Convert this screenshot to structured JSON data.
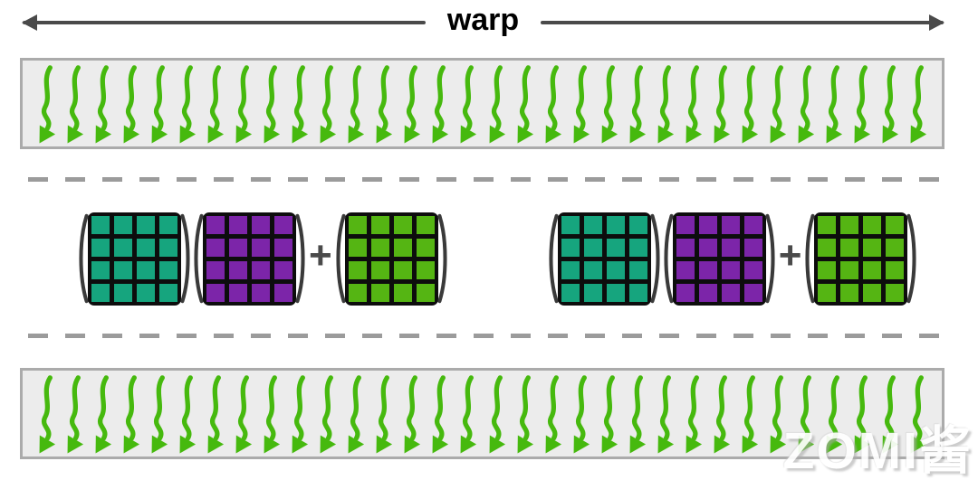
{
  "header": {
    "label": "warp"
  },
  "colors": {
    "arrow_green": "#46b90e",
    "matrix_teal": "#16a57e",
    "matrix_purple": "#7c25a9",
    "matrix_green": "#55b513",
    "band_background": "#ececec",
    "band_border": "#ababab",
    "dash_gray": "#9b9b9b",
    "warp_arrow_gray": "#4a4a4a",
    "paren_dark": "#3a3a3a",
    "grid_line_black": "#0d0d0d"
  },
  "bands": {
    "top": {
      "arrow_count": 32
    },
    "bottom": {
      "arrow_count": 32
    }
  },
  "matrix": {
    "rows": 4,
    "cols": 4
  },
  "operation_groups": [
    {
      "operator": "+",
      "matrices": [
        {
          "color_key": "matrix_teal"
        },
        {
          "color_key": "matrix_purple"
        },
        {
          "color_key": "matrix_green"
        }
      ]
    },
    {
      "operator": "+",
      "matrices": [
        {
          "color_key": "matrix_teal"
        },
        {
          "color_key": "matrix_purple"
        },
        {
          "color_key": "matrix_green"
        }
      ]
    }
  ],
  "watermark": {
    "label": "ZOMI酱"
  }
}
